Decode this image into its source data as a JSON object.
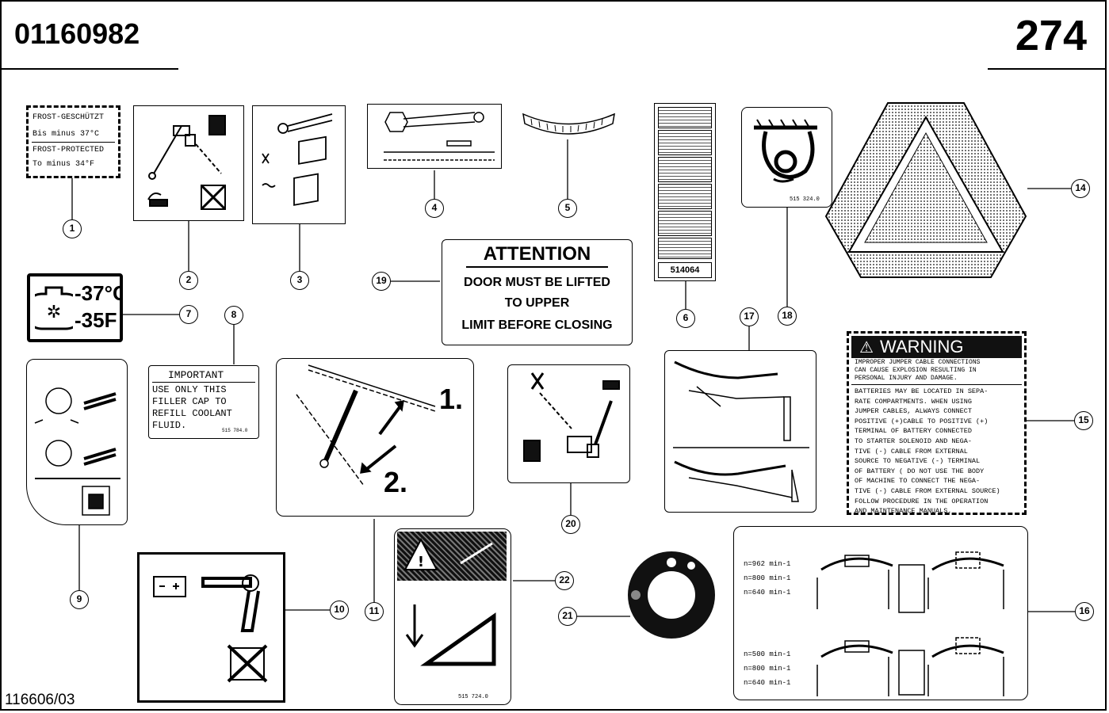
{
  "header": {
    "part_number": "01160982",
    "page_number": "274"
  },
  "footer": {
    "ref": "116606",
    "ref_suffix": "/03"
  },
  "decals": {
    "frost": {
      "line1": "FROST-GESCHÜTZT",
      "line2": "Bis minus 37°C",
      "line3": "FROST-PROTECTED",
      "line4": "To minus 34°F"
    },
    "temp": {
      "celsius": "-37°C",
      "fahrenheit": "-35F"
    },
    "important": {
      "title": "IMPORTANT",
      "line1": "USE ONLY THIS",
      "line2": "FILLER CAP TO",
      "line3": "REFILL COOLANT",
      "line4": "FLUID.",
      "code": "515 784.0"
    },
    "attention": {
      "title": "ATTENTION",
      "line1": "DOOR MUST BE LIFTED",
      "line2": "TO UPPER",
      "line3": "LIMIT BEFORE CLOSING"
    },
    "label6": {
      "code": "514064"
    },
    "label18": {
      "code": "515 324.0"
    },
    "step_label": {
      "step1": "1.",
      "step2": "2."
    },
    "label22": {
      "code": "515 724.0"
    },
    "warning": {
      "title": "WARNING",
      "top1": "IMPROPER JUMPER CABLE CONNECTIONS",
      "top2": "CAN CAUSE EXPLOSION RESULTING IN",
      "top3": "PERSONAL INJURY AND DAMAGE.",
      "body": [
        "BATTERIES MAY BE LOCATED IN SEPA-",
        "RATE COMPARTMENTS. WHEN USING",
        "JUMPER CABLES, ALWAYS CONNECT",
        "POSITIVE (+)CABLE TO POSITIVE (+)",
        "TERMINAL OF BATTERY CONNECTED",
        "TO STARTER SOLENOID AND NEGA-",
        "TIVE (-) CABLE FROM EXTERNAL",
        "SOURCE TO NEGATIVE (-) TERMINAL",
        "OF BATTERY ( DO NOT USE THE BODY",
        "OF MACHINE TO CONNECT THE NEGA-",
        "TIVE (-) CABLE FROM EXTERNAL SOURCE)",
        "FOLLOW PROCEDURE IN THE OPERATION",
        "AND MAINTENANCE MANUALS."
      ]
    },
    "speed": {
      "top": [
        "n=962 min-1",
        "n=800 min-1",
        "n=640 min-1"
      ],
      "bottom": [
        "n=500 min-1",
        "n=800 min-1",
        "n=640 min-1"
      ]
    }
  },
  "callouts": [
    "1",
    "2",
    "3",
    "4",
    "5",
    "6",
    "7",
    "8",
    "9",
    "10",
    "11",
    "14",
    "15",
    "16",
    "17",
    "18",
    "19",
    "20",
    "21",
    "22"
  ]
}
